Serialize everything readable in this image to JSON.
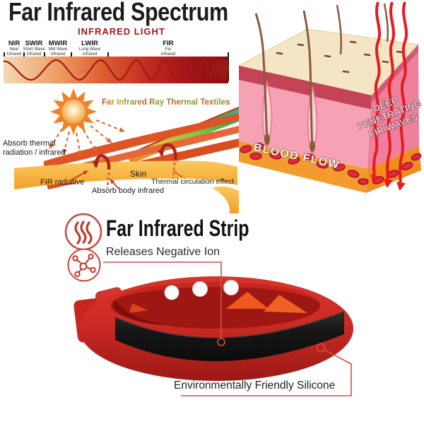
{
  "title": "Far Infrared Spectrum",
  "spectrum": {
    "header": "INFRARED LIGHT",
    "bands": [
      {
        "abbr": "NIR",
        "line1": "Near",
        "line2": "Infrared"
      },
      {
        "abbr": "SWIR",
        "line1": "Short Wave",
        "line2": "Infrared"
      },
      {
        "abbr": "MWIR",
        "line1": "Mid Wave",
        "line2": "Infrared"
      },
      {
        "abbr": "LWIR",
        "line1": "Long Wave",
        "line2": "Infrared"
      },
      {
        "abbr": "FIR",
        "line1": "Far",
        "line2": "Infrared"
      }
    ],
    "gradient": [
      "#f4d9b6",
      "#eda46a",
      "#dd5b2e",
      "#c12a22",
      "#8a0d10"
    ]
  },
  "textile_diagram": {
    "title": "Far Infrared Ray Thermal Textiles",
    "labels": {
      "absorb_thermal_1": "Absorb thermal",
      "absorb_thermal_2": "radiation / infrared",
      "fir_radiative": "FIR radiative",
      "skin": "Skin",
      "absorb_body": "Absorb body infrared",
      "thermal_circulation": "Thermal circulation effect"
    }
  },
  "skin_diagram": {
    "blood_flow": "BLOOD FLOW",
    "fir_waves": {
      "line1": "DEEP",
      "line2": "PENETRATING",
      "line3": "FIR WAVES"
    }
  },
  "product": {
    "heading": "Far Infrared Strip",
    "subheading": "Releases Negative Ion",
    "material_callout": "Environmentally Friendly Silicone",
    "icons": [
      "heat-waves-icon",
      "negative-ion-icon"
    ]
  },
  "colors": {
    "accent_red": "#c0392b",
    "band_red": "#cf2b27",
    "stripe_black": "#1b1b1b",
    "callout_line": "#d05045",
    "spectrum_header_red": "#a6131c"
  }
}
